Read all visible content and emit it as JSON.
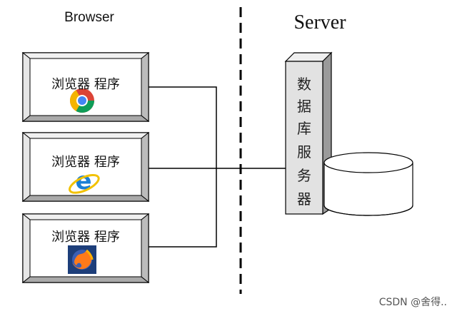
{
  "browser_title": "Browser",
  "server_title": "Server",
  "clients": [
    {
      "label": "浏览器 程序",
      "icon": "chrome-icon"
    },
    {
      "label": "浏览器 程序",
      "icon": "internet-explorer-icon"
    },
    {
      "label": "浏览器 程序",
      "icon": "firefox-icon"
    }
  ],
  "db_server_chars": [
    "数",
    "据",
    "库",
    "服",
    "务",
    "器"
  ],
  "watermark": "CSDN @舍得..",
  "colors": {
    "line": "#000000",
    "box_face": "#ffffff",
    "box_bevel": "#d9d9d9",
    "cylinder": "#ffffff"
  }
}
